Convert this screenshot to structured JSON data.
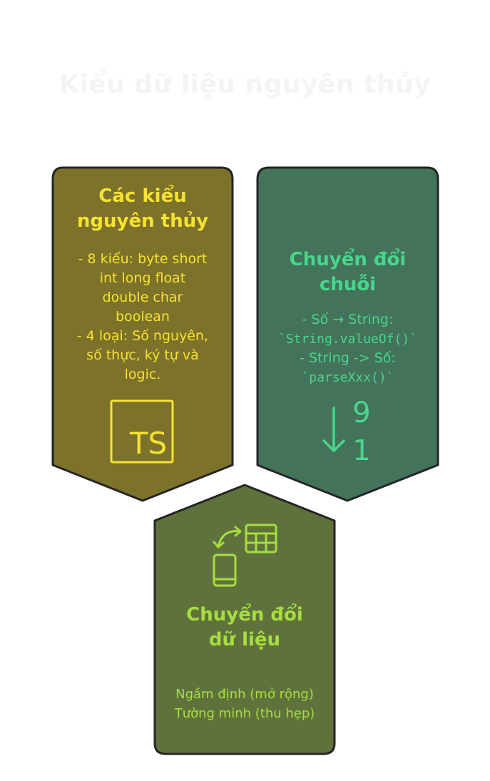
{
  "page_title": "Kiểu dữ liệu nguyên thủy",
  "colors": {
    "card1_fill": "#7d7229",
    "card1_accent": "#f6e233",
    "card2_fill": "#43735a",
    "card2_accent": "#48d68d",
    "card3_fill": "#60723c",
    "card3_accent": "#a6de3f",
    "outline": "#252525"
  },
  "cards": [
    {
      "title_line1": "Các kiểu",
      "title_line2": "nguyên thủy",
      "body": [
        "- 8 kiểu: byte short",
        "int long float",
        "double char",
        "boolean",
        "- 4 loại: Số nguyên,",
        "số thực, ký tự và",
        "logic."
      ],
      "icon": "typescript-icon",
      "icon_label": "TS"
    },
    {
      "title_line1": "Chuyển đổi",
      "title_line2": "chuỗi",
      "body": [
        "- Số → String:",
        "`String.valueOf()`",
        "- String -> Số:",
        "`parseXxx()`"
      ],
      "icon": "sort-descending-numeric-icon",
      "icon_top": "9",
      "icon_bottom": "1"
    },
    {
      "title_line1": "Chuyển đổi",
      "title_line2": "dữ liệu",
      "body": [
        "Ngầm định (mở rộng)",
        "Tường minh (thu hẹp)"
      ],
      "icon": "device-table-transfer-icon"
    }
  ]
}
